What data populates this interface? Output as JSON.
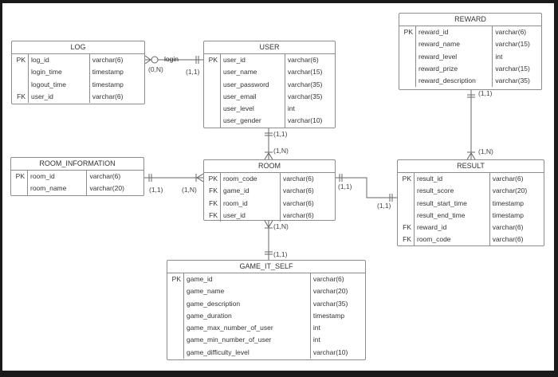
{
  "entities": {
    "log": {
      "title": "LOG",
      "fields": [
        {
          "key": "PK",
          "name": "log_id",
          "type": "varchar(6)"
        },
        {
          "key": "",
          "name": "login_time",
          "type": "timestamp"
        },
        {
          "key": "",
          "name": "logout_time",
          "type": "timestamp"
        },
        {
          "key": "FK",
          "name": "user_id",
          "type": "varchar(6)"
        }
      ]
    },
    "user": {
      "title": "USER",
      "fields": [
        {
          "key": "PK",
          "name": "user_id",
          "type": "varchar(6)"
        },
        {
          "key": "",
          "name": "user_name",
          "type": "varchar(15)"
        },
        {
          "key": "",
          "name": "user_password",
          "type": "varchar(35)"
        },
        {
          "key": "",
          "name": "user_email",
          "type": "varchar(35)"
        },
        {
          "key": "",
          "name": "user_level",
          "type": "int"
        },
        {
          "key": "",
          "name": "user_gender",
          "type": "varchar(10)"
        }
      ]
    },
    "reward": {
      "title": "REWARD",
      "fields": [
        {
          "key": "PK",
          "name": "reward_id",
          "type": "varchar(6)"
        },
        {
          "key": "",
          "name": "reward_name",
          "type": "varchar(15)"
        },
        {
          "key": "",
          "name": "reward_level",
          "type": "int"
        },
        {
          "key": "",
          "name": "reward_prize",
          "type": "varchar(15)"
        },
        {
          "key": "",
          "name": "reward_description",
          "type": "varchar(35)"
        }
      ]
    },
    "room_information": {
      "title": "ROOM_INFORMATION",
      "fields": [
        {
          "key": "PK",
          "name": "room_id",
          "type": "varchar(6)"
        },
        {
          "key": "",
          "name": "room_name",
          "type": "varchar(20)"
        }
      ]
    },
    "room": {
      "title": "ROOM",
      "fields": [
        {
          "key": "PK",
          "name": "room_code",
          "type": "varchar(6)"
        },
        {
          "key": "FK",
          "name": "game_id",
          "type": "varchar(6)"
        },
        {
          "key": "FK",
          "name": "room_id",
          "type": "varchar(6)"
        },
        {
          "key": "FK",
          "name": "user_id",
          "type": "varchar(6)"
        }
      ]
    },
    "result": {
      "title": "RESULT",
      "fields": [
        {
          "key": "PK",
          "name": "result_id",
          "type": "varchar(6)"
        },
        {
          "key": "",
          "name": "result_score",
          "type": "varchar(20)"
        },
        {
          "key": "",
          "name": "result_start_time",
          "type": "timestamp"
        },
        {
          "key": "",
          "name": "result_end_time",
          "type": "timestamp"
        },
        {
          "key": "FK",
          "name": "reward_id",
          "type": "varchar(6)"
        },
        {
          "key": "FK",
          "name": "room_code",
          "type": "varchar(6)"
        }
      ]
    },
    "game_it_self": {
      "title": "GAME_IT_SELF",
      "fields": [
        {
          "key": "PK",
          "name": "game_id",
          "type": "varchar(6)"
        },
        {
          "key": "",
          "name": "game_name",
          "type": "varchar(20)"
        },
        {
          "key": "",
          "name": "game_description",
          "type": "varchar(35)"
        },
        {
          "key": "",
          "name": "game_duration",
          "type": "timestamp"
        },
        {
          "key": "",
          "name": "game_max_number_of_user",
          "type": "int"
        },
        {
          "key": "",
          "name": "game_min_number_of_user",
          "type": "int"
        },
        {
          "key": "",
          "name": "game_difficulty_level",
          "type": "varchar(10)"
        }
      ]
    }
  },
  "relationships": {
    "log_user": {
      "label": "login",
      "left_card": "(0,N)",
      "right_card": "(1,1)"
    },
    "user_room": {
      "top_card": "(1,1)",
      "bottom_card": "(1,N)"
    },
    "roominfo_room": {
      "left_card": "(1,1)",
      "right_card": "(1,N)"
    },
    "room_game": {
      "top_card": "(1,N)",
      "bottom_card": "(1,1)"
    },
    "room_result": {
      "left_card": "(1,1)",
      "right_card": "(1,1)"
    },
    "reward_result": {
      "top_card": "(1,1)",
      "bottom_card": "(1,N)"
    }
  },
  "colors": {
    "line": "#666666",
    "border": "#8c8c8c",
    "background": "#ffffff",
    "frame": "#1a1a1a"
  }
}
